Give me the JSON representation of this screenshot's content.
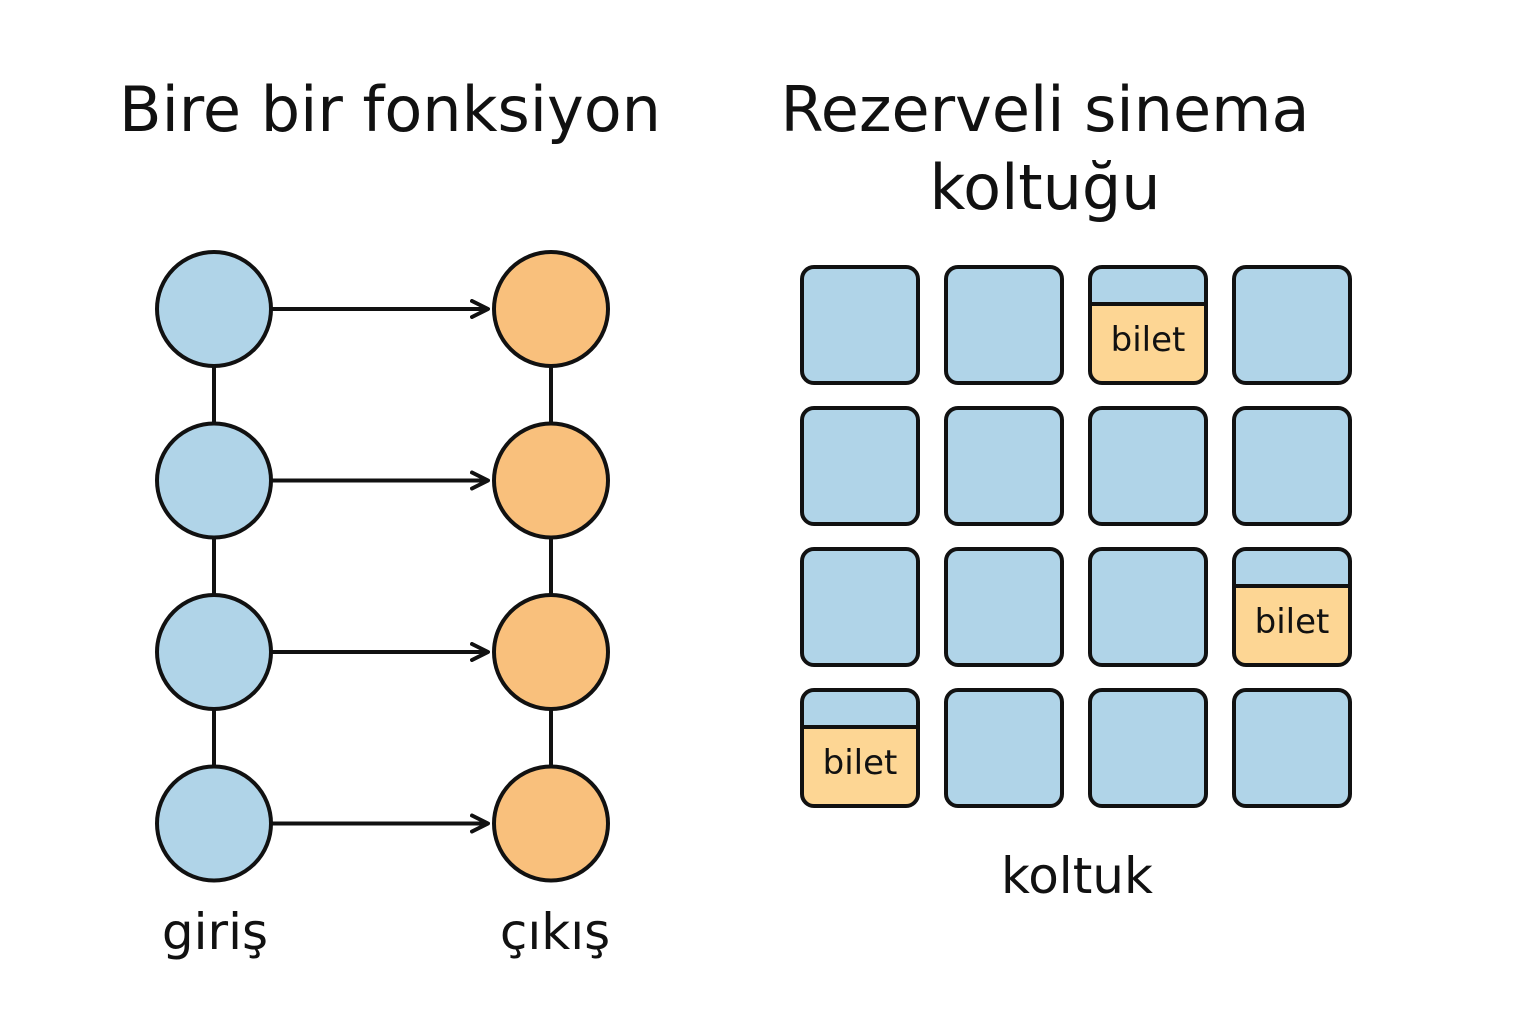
{
  "colors": {
    "input_fill": "#b0d4e8",
    "output_fill": "#f9c07c",
    "seat_fill": "#b0d4e8",
    "ticket_fill": "#fdd694",
    "stroke": "#111111"
  },
  "left_panel": {
    "title": "Bire bir fonksiyon",
    "input_label": "giriş",
    "output_label": "çıkış",
    "pair_count": 4
  },
  "right_panel": {
    "title_line1": "Rezerveli sinema",
    "title_line2": "koltuğu",
    "seat_label": "koltuk",
    "ticket_text": "bilet",
    "grid": {
      "rows": 4,
      "columns": 4,
      "ticket_seats": [
        {
          "row": 1,
          "col": 3
        },
        {
          "row": 3,
          "col": 4
        },
        {
          "row": 4,
          "col": 1
        }
      ]
    }
  }
}
